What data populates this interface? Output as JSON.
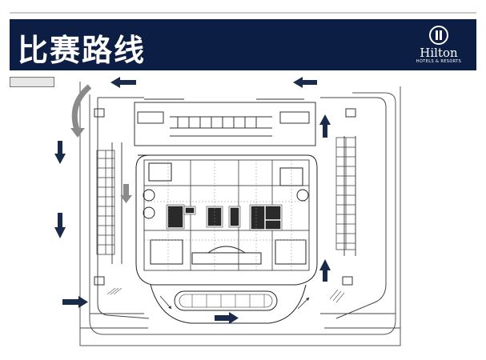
{
  "slide": {
    "title": "比赛路线",
    "brand": {
      "name": "Hilton",
      "tagline": "HOTELS & RESORTS"
    }
  },
  "colors": {
    "header_bg": "#0d1e45",
    "arrow": "#1a2b4a",
    "plan_line": "#333333"
  }
}
